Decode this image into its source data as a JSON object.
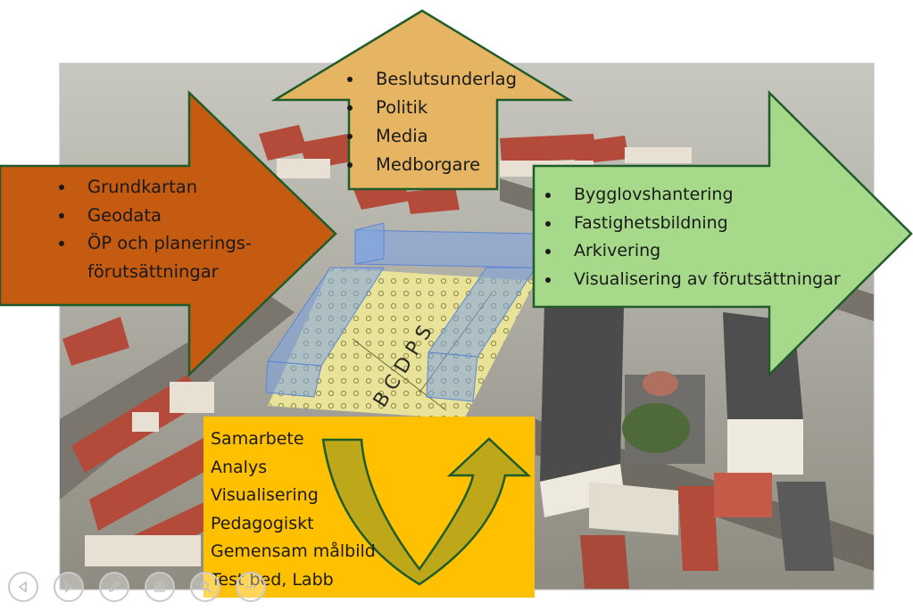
{
  "arrows": {
    "left": {
      "color": "#c55a11",
      "items": [
        "Grundkartan",
        "Geodata",
        "ÖP och planerings-",
        "förutsättningar"
      ]
    },
    "top": {
      "color": "#e6b563",
      "items": [
        "Beslutsunderlag",
        "Politik",
        "Media",
        "Medborgare"
      ]
    },
    "right": {
      "color": "#a6d98a",
      "items": [
        "Bygglovshantering",
        "Fastighetsbildning",
        "Arkivering",
        "Visualisering av förutsättningar"
      ]
    }
  },
  "cycle_box": {
    "color": "#ffc000",
    "arrow_color": "#b5a41d",
    "items": [
      "Samarbete",
      "Analys",
      "Visualisering",
      "Pedagogiskt",
      "Gemensam målbild",
      "Test bed, Labb"
    ]
  },
  "map_labels": {
    "building_code": "B C D P S"
  },
  "slideshow_controls": [
    {
      "icon": "previous-slide-icon"
    },
    {
      "icon": "next-slide-icon"
    },
    {
      "icon": "pen-icon"
    },
    {
      "icon": "slides-grid-icon"
    },
    {
      "icon": "zoom-icon"
    },
    {
      "icon": "more-options-icon"
    }
  ]
}
